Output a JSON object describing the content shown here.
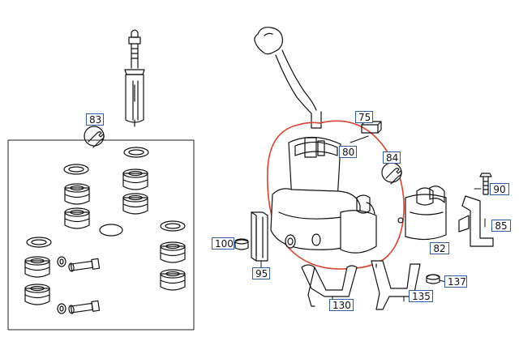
{
  "diagram": {
    "callouts": {
      "c83": "83",
      "c80": "80",
      "c75": "75",
      "c84": "84",
      "c90": "90",
      "c85": "85",
      "c82": "82",
      "c100": "100",
      "c95": "95",
      "c137": "137",
      "c130": "130",
      "c135": "135"
    }
  },
  "colors": {
    "line": "#111111",
    "callout_border": "#2f5f9e",
    "highlight": "#d9432f"
  },
  "icons": [
    "wrench-icon",
    "wrench-icon"
  ]
}
